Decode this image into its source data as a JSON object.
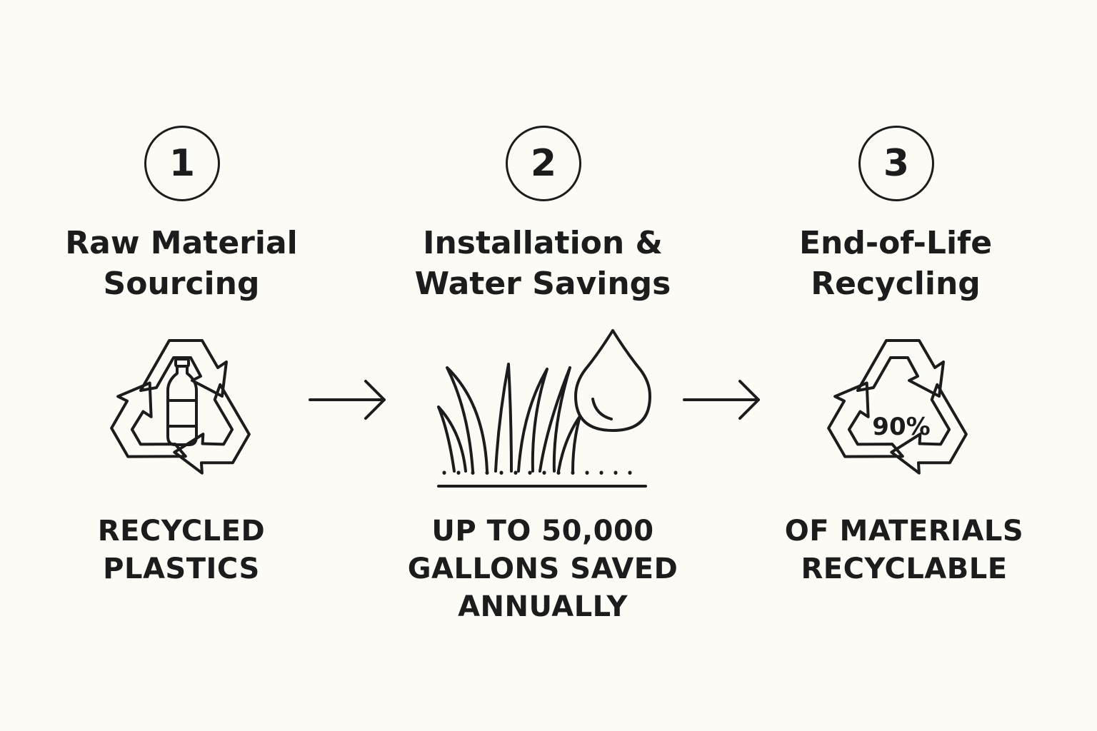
{
  "steps": [
    {
      "number": "1",
      "title_lines": [
        "Raw Material",
        "Sourcing"
      ],
      "icon": "recycle-bottle-icon",
      "caption_lines": [
        "RECYCLED",
        "PLASTICS"
      ]
    },
    {
      "number": "2",
      "title_lines": [
        "Installation &",
        "Water Savings"
      ],
      "icon": "grass-water-drop-icon",
      "caption_lines": [
        "UP TO 50,000",
        "GALLONS SAVED",
        "ANNUALLY"
      ]
    },
    {
      "number": "3",
      "title_lines": [
        "End-of-Life",
        "Recycling"
      ],
      "icon": "recycle-percent-icon",
      "icon_text": "90%",
      "caption_lines": [
        "OF MATERIALS",
        "RECYCLABLE"
      ]
    }
  ],
  "colors": {
    "background": "#fcfbf6",
    "ink": "#1c1c1c"
  }
}
